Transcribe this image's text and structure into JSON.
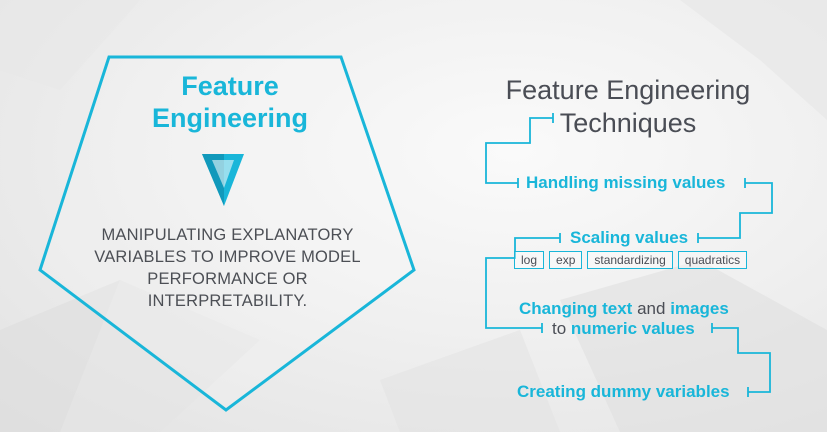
{
  "card": {
    "title_line1": "Feature",
    "title_line2": "Engineering",
    "definition": "MANIPULATING EXPLANATORY VARIABLES TO IMPROVE MODEL PERFORMANCE OR INTERPRETABILITY.",
    "logo_icon": "arrow-down-icon"
  },
  "techniques": {
    "title_line1": "Feature Engineering",
    "title_line2": "Techniques",
    "items": {
      "missing": "Handling missing values",
      "scaling": "Scaling values",
      "changing_a": "Changing text",
      "changing_and": "and",
      "changing_b": "images",
      "changing_to": "to",
      "changing_c": "numeric values",
      "dummy": "Creating dummy variables"
    },
    "scaling_tags": [
      "log",
      "exp",
      "standardizing",
      "quadratics"
    ]
  },
  "colors": {
    "accent": "#19b6d9",
    "text_dark": "#4a4d55",
    "background": "#ececec"
  }
}
